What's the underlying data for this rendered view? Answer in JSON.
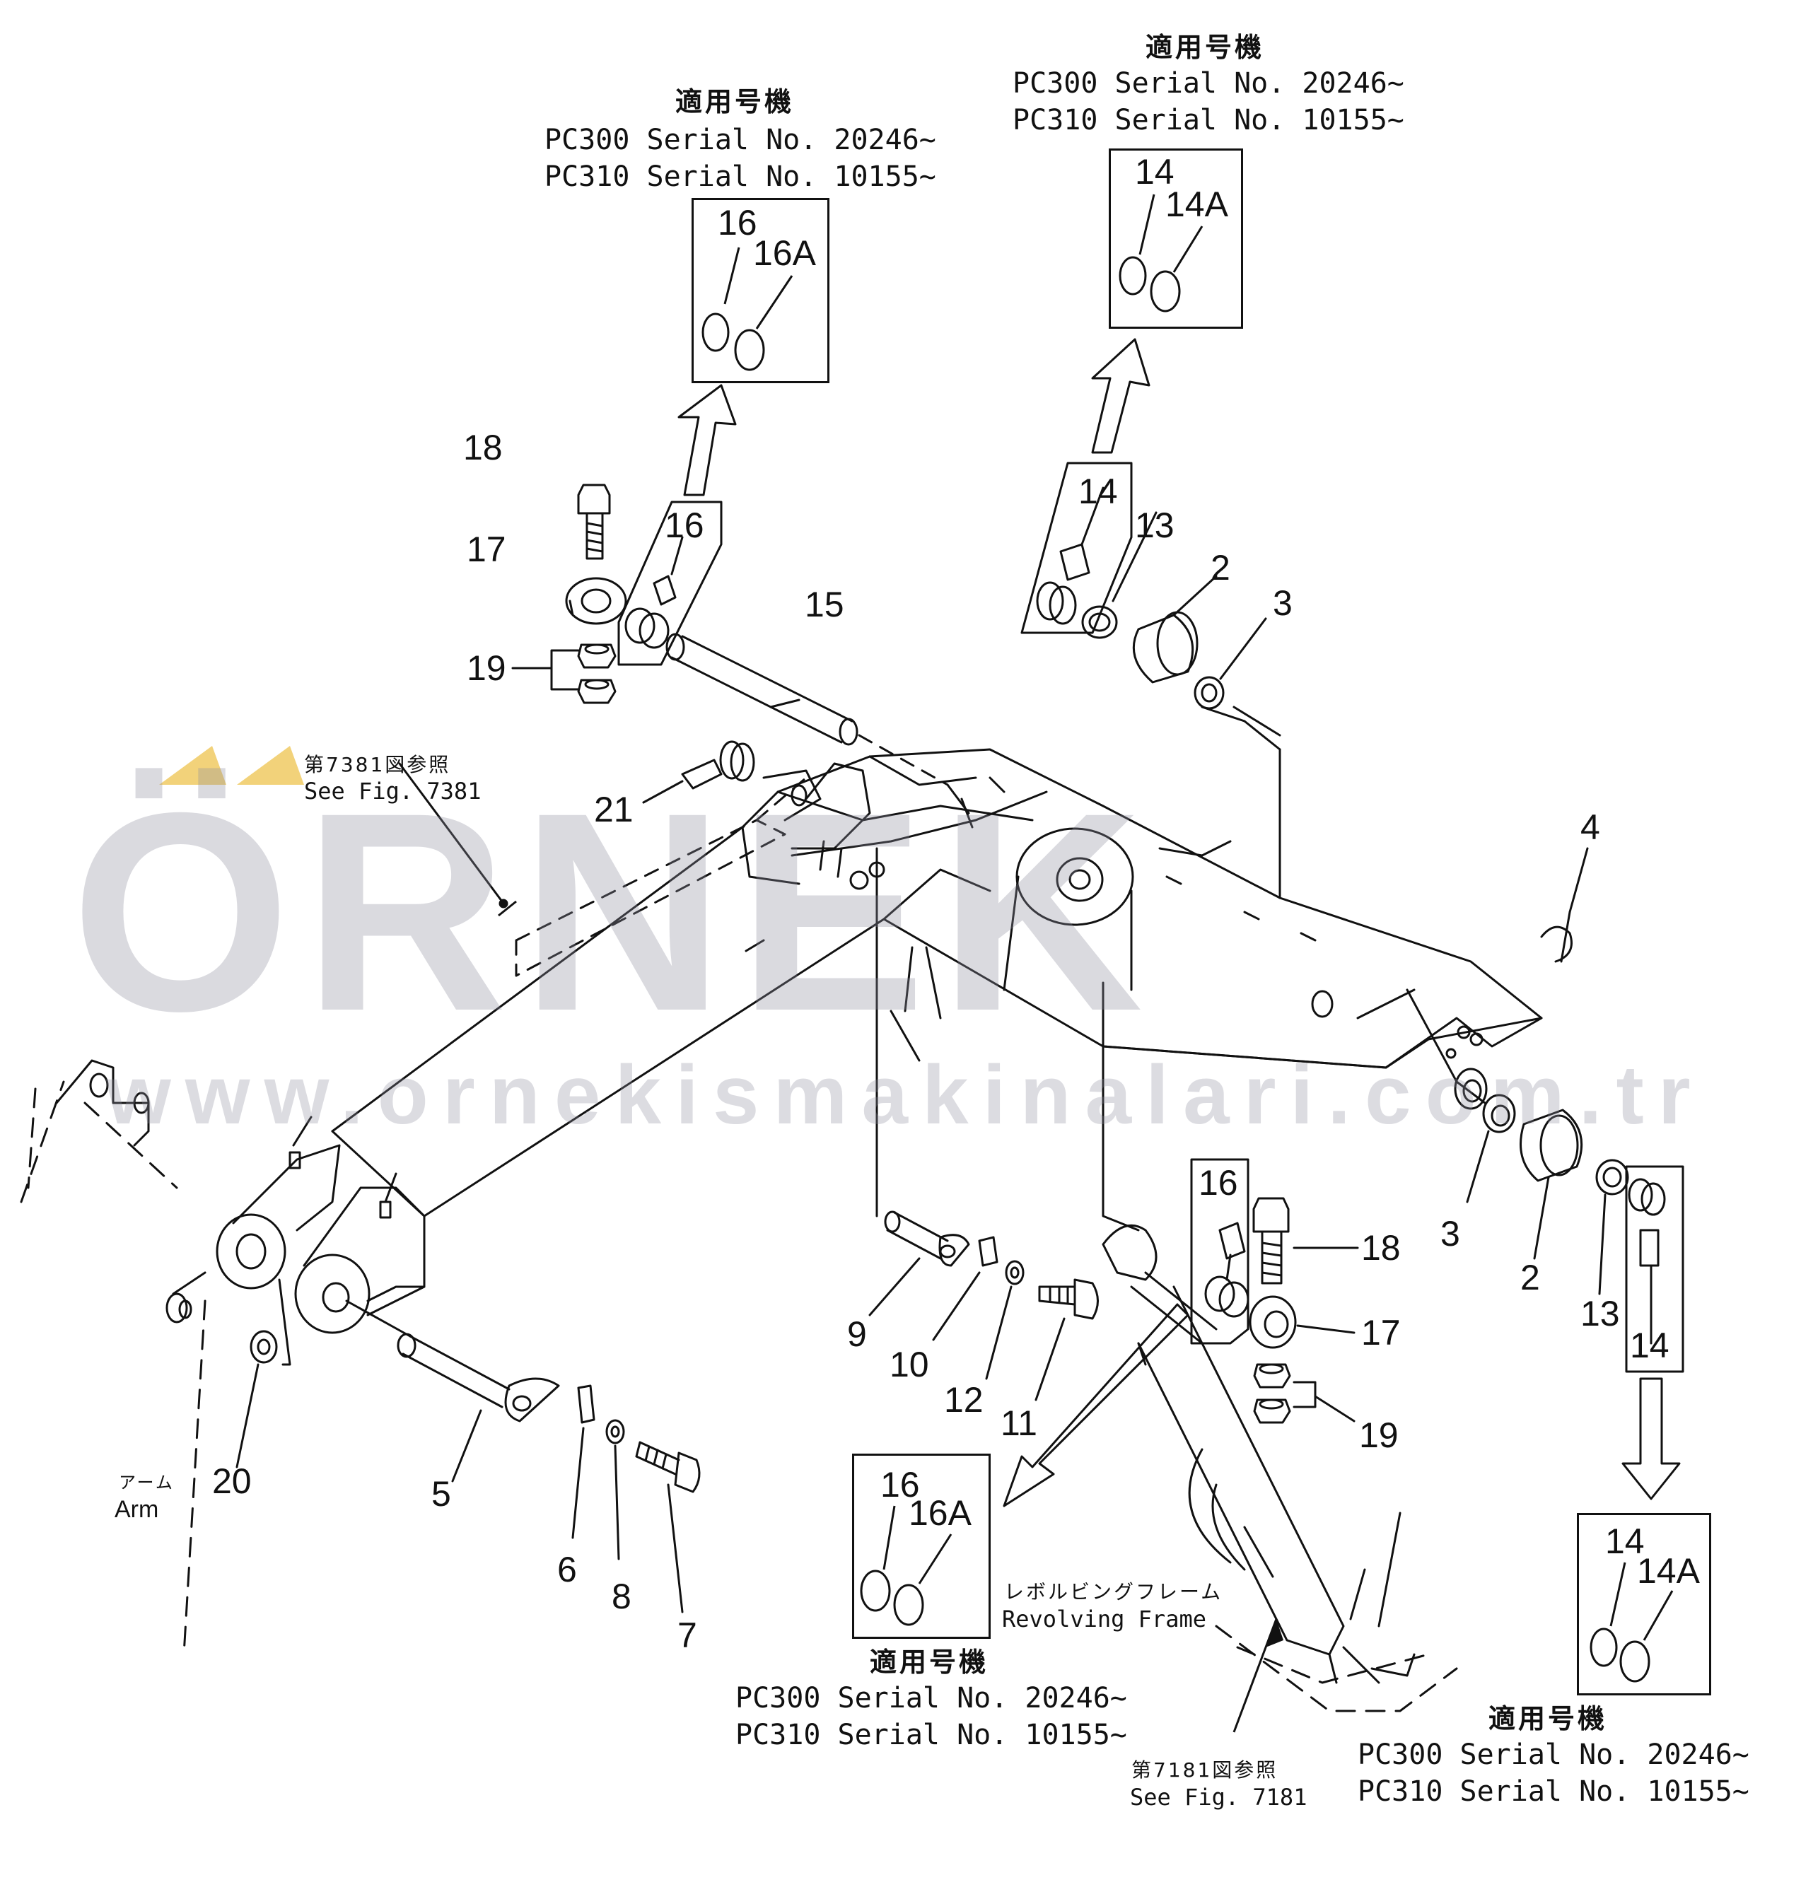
{
  "watermark": {
    "brand": "ÖRNEK",
    "website": "www.ornekismakinalari.com.tr",
    "brand_color": "#8f8f9f",
    "accent_color": "#f2d27a"
  },
  "serial_blocks": [
    {
      "title": "適用号機",
      "line1": "PC300 Serial No. 20246~",
      "line2": "PC310 Serial No. 10155~"
    },
    {
      "title": "適用号機",
      "line1": "PC300 Serial No. 20246~",
      "line2": "PC310 Serial No. 10155~"
    },
    {
      "title": "適用号機",
      "line1": "PC300 Serial No. 20246~",
      "line2": "PC310 Serial No. 10155~"
    },
    {
      "title": "適用号機",
      "line1": "PC300 Serial No. 20246~",
      "line2": "PC310 Serial No. 10155~"
    }
  ],
  "inset_labels": {
    "box1": [
      "16",
      "16A"
    ],
    "box2": [
      "14",
      "14A"
    ],
    "box3": [
      "16",
      "16A"
    ],
    "box4": [
      "14",
      "14A"
    ]
  },
  "references": {
    "fig7381_jp": "第7381図参照",
    "fig7381_en": "See Fig. 7381",
    "fig7181_jp": "第7181図参照",
    "fig7181_en": "See Fig. 7181",
    "arm_jp": "アーム",
    "arm_en": "Arm",
    "frame_jp": "レボルビングフレーム",
    "frame_en": "Revolving Frame"
  },
  "part_numbers": {
    "p18a": "18",
    "p17a": "17",
    "p19a": "19",
    "p16a": "16",
    "p15": "15",
    "p21": "21",
    "p14a": "14",
    "p13a": "13",
    "p2a": "2",
    "p3a": "3",
    "p4": "4",
    "p3b": "3",
    "p2b": "2",
    "p13b": "13",
    "p14b": "14",
    "p16b": "16",
    "p18b": "18",
    "p17b": "17",
    "p19b": "19",
    "p9": "9",
    "p10": "10",
    "p12": "12",
    "p11": "11",
    "p20": "20",
    "p5": "5",
    "p6": "6",
    "p8": "8",
    "p7": "7"
  }
}
